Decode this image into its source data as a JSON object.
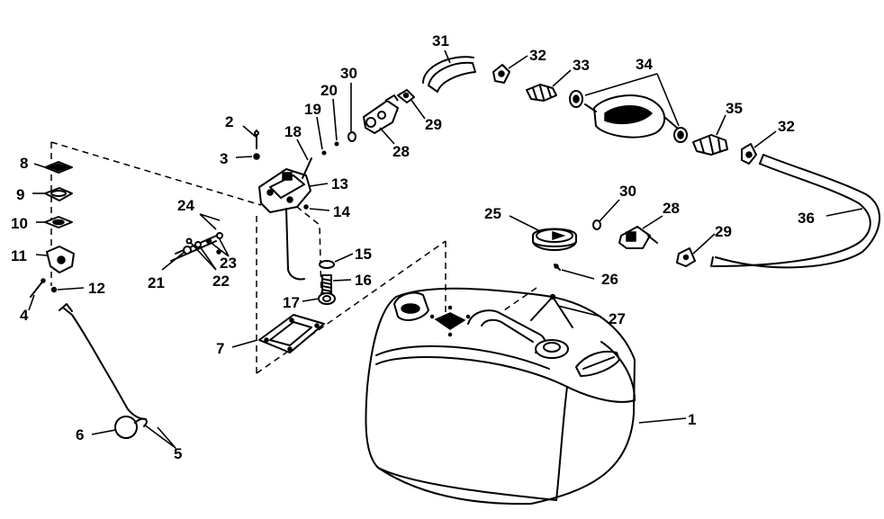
{
  "diagram": {
    "callouts": [
      {
        "id": "c1",
        "label": "1"
      },
      {
        "id": "c2",
        "label": "2"
      },
      {
        "id": "c3",
        "label": "3"
      },
      {
        "id": "c4",
        "label": "4"
      },
      {
        "id": "c5",
        "label": "5"
      },
      {
        "id": "c6",
        "label": "6"
      },
      {
        "id": "c7",
        "label": "7"
      },
      {
        "id": "c8",
        "label": "8"
      },
      {
        "id": "c9",
        "label": "9"
      },
      {
        "id": "c10",
        "label": "10"
      },
      {
        "id": "c11",
        "label": "11"
      },
      {
        "id": "c12",
        "label": "12"
      },
      {
        "id": "c13",
        "label": "13"
      },
      {
        "id": "c14",
        "label": "14"
      },
      {
        "id": "c15",
        "label": "15"
      },
      {
        "id": "c16",
        "label": "16"
      },
      {
        "id": "c17",
        "label": "17"
      },
      {
        "id": "c18",
        "label": "18"
      },
      {
        "id": "c19",
        "label": "19"
      },
      {
        "id": "c20",
        "label": "20"
      },
      {
        "id": "c21",
        "label": "21"
      },
      {
        "id": "c22",
        "label": "22"
      },
      {
        "id": "c23",
        "label": "23"
      },
      {
        "id": "c24",
        "label": "24"
      },
      {
        "id": "c25",
        "label": "25"
      },
      {
        "id": "c26",
        "label": "26"
      },
      {
        "id": "c27",
        "label": "27"
      },
      {
        "id": "c28a",
        "label": "28"
      },
      {
        "id": "c28b",
        "label": "28"
      },
      {
        "id": "c29a",
        "label": "29"
      },
      {
        "id": "c29b",
        "label": "29"
      },
      {
        "id": "c30a",
        "label": "30"
      },
      {
        "id": "c30b",
        "label": "30"
      },
      {
        "id": "c31",
        "label": "31"
      },
      {
        "id": "c32a",
        "label": "32"
      },
      {
        "id": "c32b",
        "label": "32"
      },
      {
        "id": "c33",
        "label": "33"
      },
      {
        "id": "c34",
        "label": "34"
      },
      {
        "id": "c35",
        "label": "35"
      },
      {
        "id": "c36",
        "label": "36"
      }
    ]
  }
}
